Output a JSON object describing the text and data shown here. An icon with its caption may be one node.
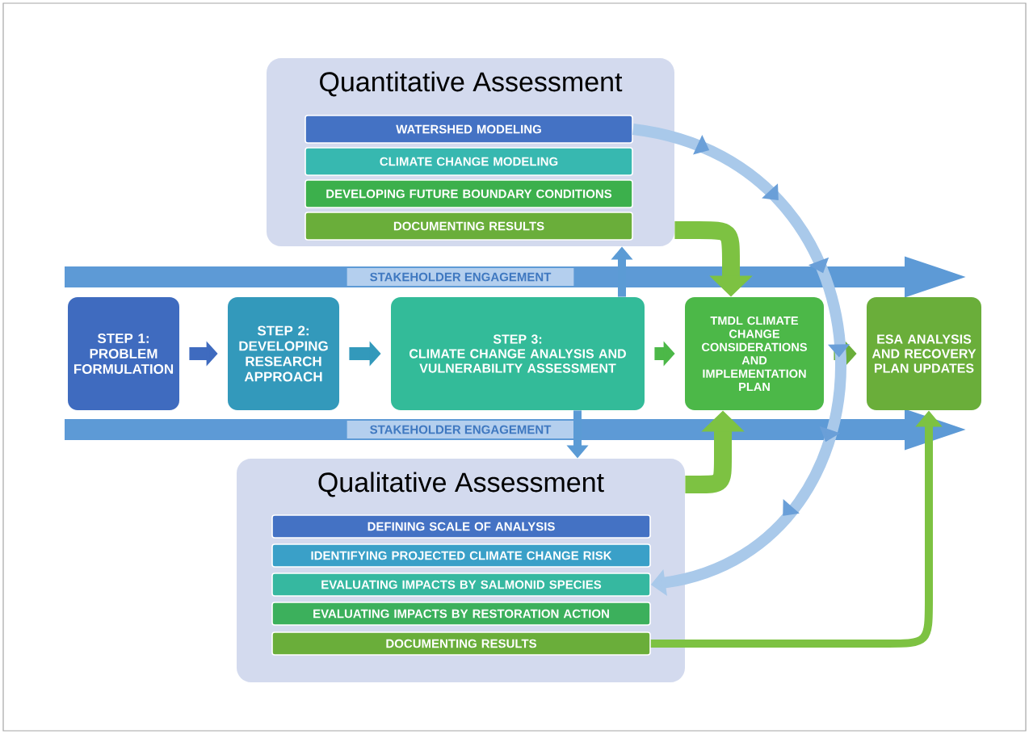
{
  "diagram": {
    "nodes": [
      {
        "text": [
          "Quantitative Assessment"
        ]
      },
      {
        "text": [
          "WATERSHED MODELING"
        ],
        "in": 0
      },
      {
        "text": [
          "CLIMATE CHANGE MODELING"
        ],
        "in": 0
      },
      {
        "text": [
          "DEVELOPING FUTURE BOUNDARY CONDITIONS"
        ],
        "in": 0
      },
      {
        "text": [
          "DOCUMENTING RESULTS"
        ],
        "in": 0
      },
      {
        "text": [
          "STEP 1:",
          "PROBLEM FORMULATION"
        ]
      },
      {
        "text": [
          "STEP 2:",
          "DEVELOPING RESEARCH APPROACH"
        ]
      },
      {
        "text": [
          "STEP 3:",
          "CLIMATE CHANGE ANALYSIS AND VULNERABILITY ASSESSMENT"
        ]
      },
      {
        "text": [
          "TMDL CLIMATE CHANGE CONSIDERATIONS AND IMPLEMENTATION PLAN"
        ]
      },
      {
        "text": [
          "ESA ANALYSIS AND RECOVERY PLAN UPDATES"
        ]
      },
      {
        "text": [
          "Qualitative Assessment"
        ]
      },
      {
        "text": [
          "DEFINING SCALE OF ANALYSIS"
        ],
        "in": 10
      },
      {
        "text": [
          "IDENTIFYING PROJECTED CLIMATE CHANGE RISK"
        ],
        "in": 10
      },
      {
        "text": [
          "EVALUATING IMPACTS BY SALMONID SPECIES"
        ],
        "in": 10
      },
      {
        "text": [
          "EVALUATING IMPACTS BY RESTORATION ACTION"
        ],
        "in": 10
      },
      {
        "text": [
          "DOCUMENTING RESULTS"
        ],
        "in": 10
      }
    ],
    "edges": [
      {
        "from": 5,
        "to": 6,
        "arrow": "to",
        "color": "#3f6bbf"
      },
      {
        "from": 6,
        "to": 7,
        "arrow": "to",
        "color": "#3399bb"
      },
      {
        "from": 7,
        "to": 8,
        "arrow": "to",
        "color": "#4cb848"
      },
      {
        "from": 8,
        "to": 9,
        "arrow": "to",
        "color": "#6aae3a"
      },
      {
        "from": 7,
        "to": 0,
        "arrow": "to",
        "color": "#5b9bd5"
      },
      {
        "from": 7,
        "to": 10,
        "arrow": "to",
        "color": "#5b9bd5"
      },
      {
        "from": 0,
        "to": 8,
        "arrow": "to",
        "color": "#7dc242"
      },
      {
        "from": 10,
        "to": 8,
        "arrow": "to",
        "color": "#7dc242"
      },
      {
        "from": 15,
        "to": 9,
        "arrow": "to",
        "color": "#7dc242"
      },
      {
        "from": 1,
        "to": 13,
        "arrow": "to",
        "color": "#a9c9ea"
      }
    ],
    "labels": [
      "STAKEHOLDER ENGAGEMENT",
      "STAKEHOLDER ENGAGEMENT"
    ]
  }
}
